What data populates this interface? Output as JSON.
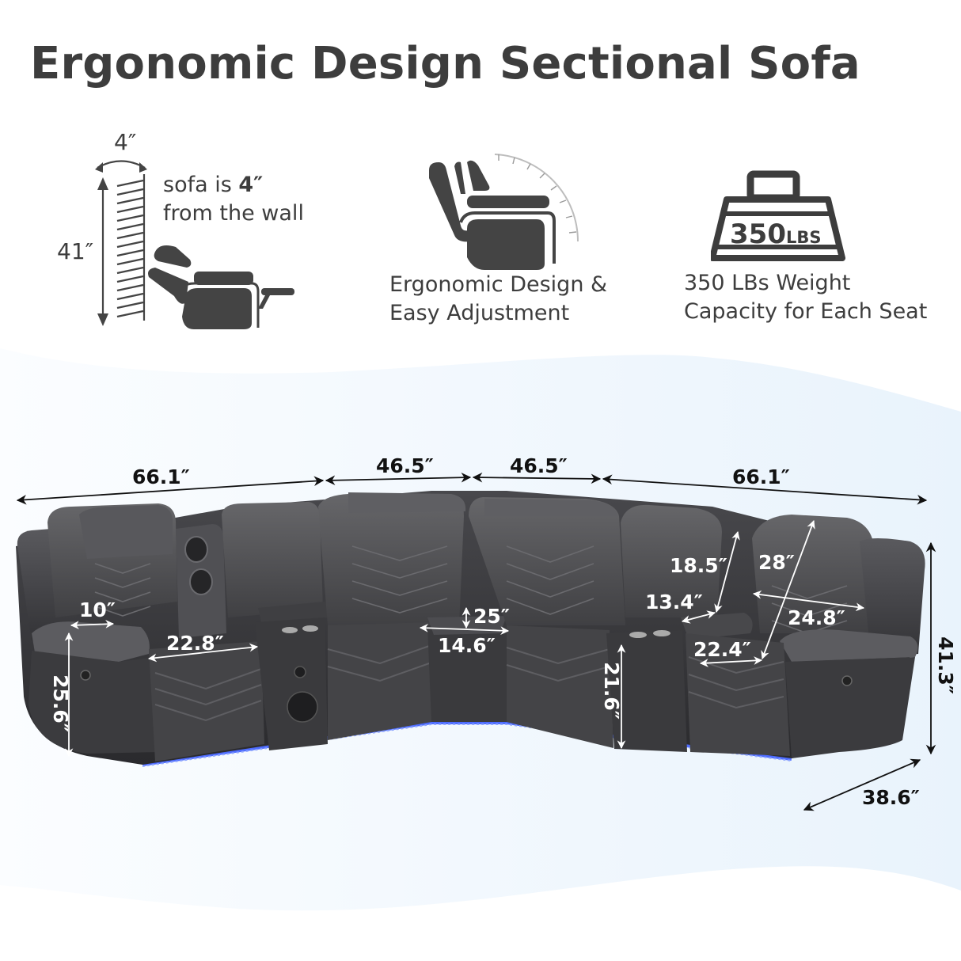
{
  "title": "Ergonomic Design Sectional Sofa",
  "colors": {
    "text_dark": "#3d3d3d",
    "icon_gray": "#444444",
    "leather": "#4a4a4d",
    "leather_dark": "#2e2e31",
    "led_blue": "#3b5cff",
    "bg_tint": "#eaf3fb"
  },
  "features": [
    {
      "icon": "wall-hugger-recliner-icon",
      "dim_top": "4″",
      "dim_side": "41″",
      "text_line1_prefix": "sofa is ",
      "text_line1_bold": "4″",
      "text_line2": "from the wall"
    },
    {
      "icon": "adjustable-recliner-icon",
      "text_line1": "Ergonomic Design &",
      "text_line2": "Easy Adjustment"
    },
    {
      "icon": "weight-350lbs-icon",
      "weight_number": "350",
      "weight_unit": "LBS",
      "text_line1": "350 LBs Weight",
      "text_line2": "Capacity for Each Seat"
    }
  ],
  "dimensions": {
    "top_left_width": "66.1″",
    "top_mid_left_width": "46.5″",
    "top_mid_right_width": "46.5″",
    "top_right_width": "66.1″",
    "total_height": "41.3″",
    "depth": "38.6″",
    "arm_width": "10″",
    "arm_height": "25.6″",
    "seat_width_left": "22.8″",
    "corner_seat_height": "25″",
    "corner_seat_width": "14.6″",
    "console_height": "21.6″",
    "back_height": "18.5″",
    "console_width": "13.4″",
    "backrest_height": "28″",
    "back_width": "24.8″",
    "seat_width_right": "22.4″"
  }
}
